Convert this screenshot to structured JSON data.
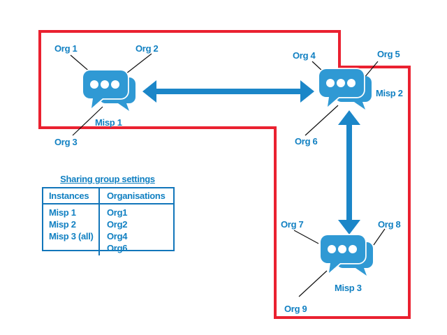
{
  "colors": {
    "red": "#ea2130",
    "blue-text": "#1180c2",
    "blue-icon": "#2f99d4",
    "blue-arrow": "#1b86c8",
    "blue-border": "#1276ba"
  },
  "nodes": {
    "misp1": {
      "label": "Misp 1"
    },
    "misp2": {
      "label": "Misp 2"
    },
    "misp3": {
      "label": "Misp 3"
    }
  },
  "orgs": {
    "org1": {
      "label": "Org 1"
    },
    "org2": {
      "label": "Org 2"
    },
    "org3": {
      "label": "Org 3"
    },
    "org4": {
      "label": "Org 4"
    },
    "org5": {
      "label": "Org 5"
    },
    "org6": {
      "label": "Org 6"
    },
    "org7": {
      "label": "Org 7"
    },
    "org8": {
      "label": "Org 8"
    },
    "org9": {
      "label": "Org 9"
    }
  },
  "table": {
    "title": "Sharing group settings",
    "columns": [
      "Instances",
      "Organisations"
    ],
    "instances": [
      "Misp 1",
      "Misp 2",
      "Misp 3 (all)"
    ],
    "organisations": [
      "Org1",
      "Org2",
      "Org4",
      "Org6"
    ]
  }
}
